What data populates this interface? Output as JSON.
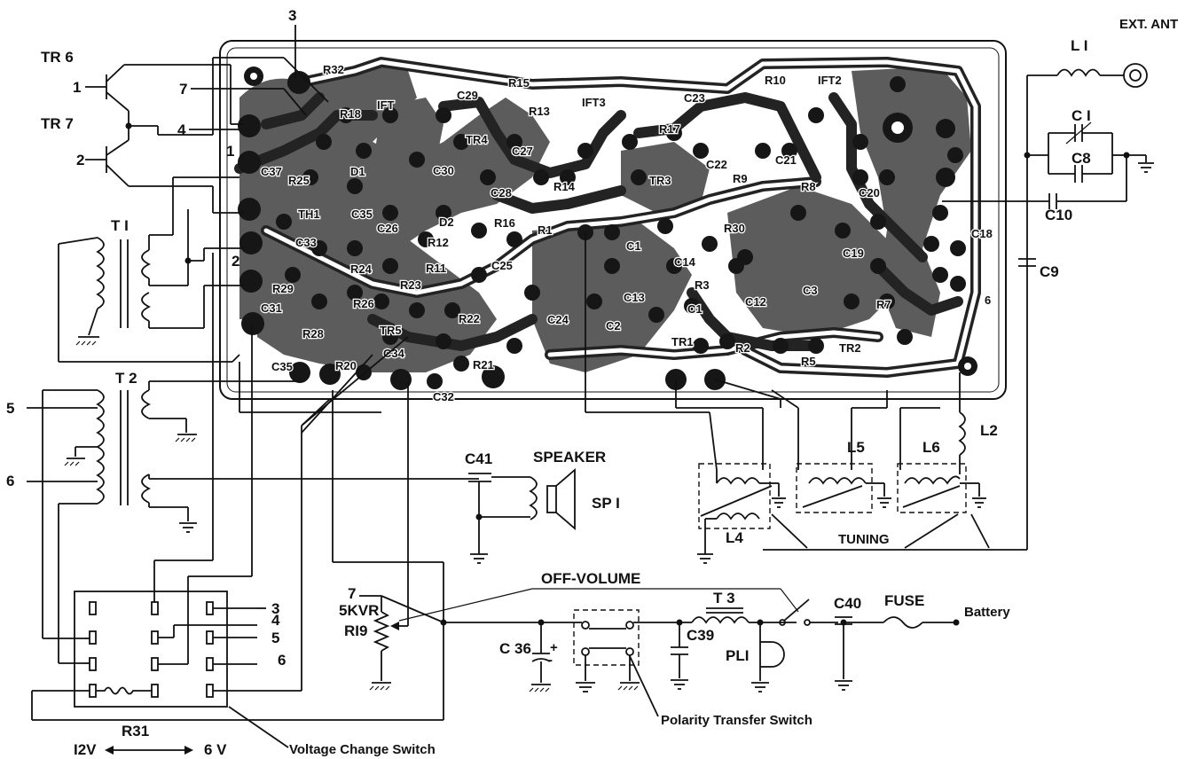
{
  "pcb_labels": {
    "r32": "R32",
    "r15": "R15",
    "r18": "R18",
    "ift1": "IFT",
    "c29": "C29",
    "ift3": "IFT3",
    "c23": "C23",
    "r10": "R10",
    "ift2": "IFT2",
    "r17": "R17",
    "r13": "R13",
    "tr4": "TR4",
    "c27": "C27",
    "c22": "C22",
    "c21": "C21",
    "tr3": "TR3",
    "r14": "R14",
    "c28": "C28",
    "d1": "D1",
    "c30": "C30",
    "r9": "R9",
    "r8": "R8",
    "c20": "C20",
    "r25": "R25",
    "th1": "TH1",
    "c35": "C35",
    "c26": "C26",
    "d2": "D2",
    "r16": "R16",
    "r1": "R1",
    "c11": "C1",
    "r30": "R30",
    "c33": "C33",
    "r12": "R12",
    "c19": "C19",
    "c18": "C18",
    "r24": "R24",
    "r11": "R11",
    "c25": "C25",
    "c14": "C14",
    "c13": "C13",
    "c3": "C3",
    "r29": "R29",
    "r23": "R23",
    "r3": "R3",
    "c16": "C1",
    "c12": "C12",
    "r26": "R26",
    "c2": "C2",
    "r22": "R22",
    "c24": "C24",
    "r28": "R28",
    "tr5": "TR5",
    "c34": "C34",
    "tr1": "TR1",
    "r2": "R2",
    "tr2": "TR2",
    "r5": "R5",
    "r7": "R7",
    "r6": "6",
    "c31": "C31",
    "c36": "C37",
    "c32": "C32",
    "r20": "R20",
    "r21": "R21",
    "c35b": "C35"
  },
  "terminals": {
    "t3": "3",
    "t4": "4",
    "t7": "7",
    "t1": "1",
    "t2": "2"
  },
  "components": {
    "tr6": "TR6",
    "tr7": "TR7",
    "t1": "T I",
    "t2": "T 2",
    "ext_ant": "EXT. ANT",
    "l1": "L I",
    "c1": "C I",
    "c8": "C8",
    "c10": "C10",
    "c9": "C9",
    "l2": "L2",
    "l5": "L5",
    "l6": "L6",
    "l4": "L4",
    "tuning": "TUNING",
    "c41": "C41",
    "speaker": "SPEAKER",
    "sp1": "SP I",
    "off_volume": "OFF-VOLUME",
    "t3": "T 3",
    "c40": "C40",
    "fuse": "FUSE",
    "battery": "Battery",
    "c39": "C39",
    "pl1": "PLI",
    "c36": "C 36",
    "polarity_switch": "Polarity Transfer Switch",
    "voltage_switch": "Voltage Change Switch",
    "r31": "R31",
    "v12": "I2V",
    "v6": "6 V",
    "r19_label": "5KVR",
    "r19": "RI9",
    "r19_pin": "7"
  },
  "wire_numbers": {
    "n1": "1",
    "n2": "2",
    "n3": "3",
    "n4": "4",
    "n5": "5",
    "n6": "6",
    "n7": "7",
    "n4b": "4",
    "n5b": "5",
    "n6b": "6",
    "n3b": "3",
    "n3top": "3",
    "n1b": "1",
    "n2b": "2",
    "n7b": "7",
    "ntr6": "TR 6",
    "ntr7": "TR 7"
  }
}
